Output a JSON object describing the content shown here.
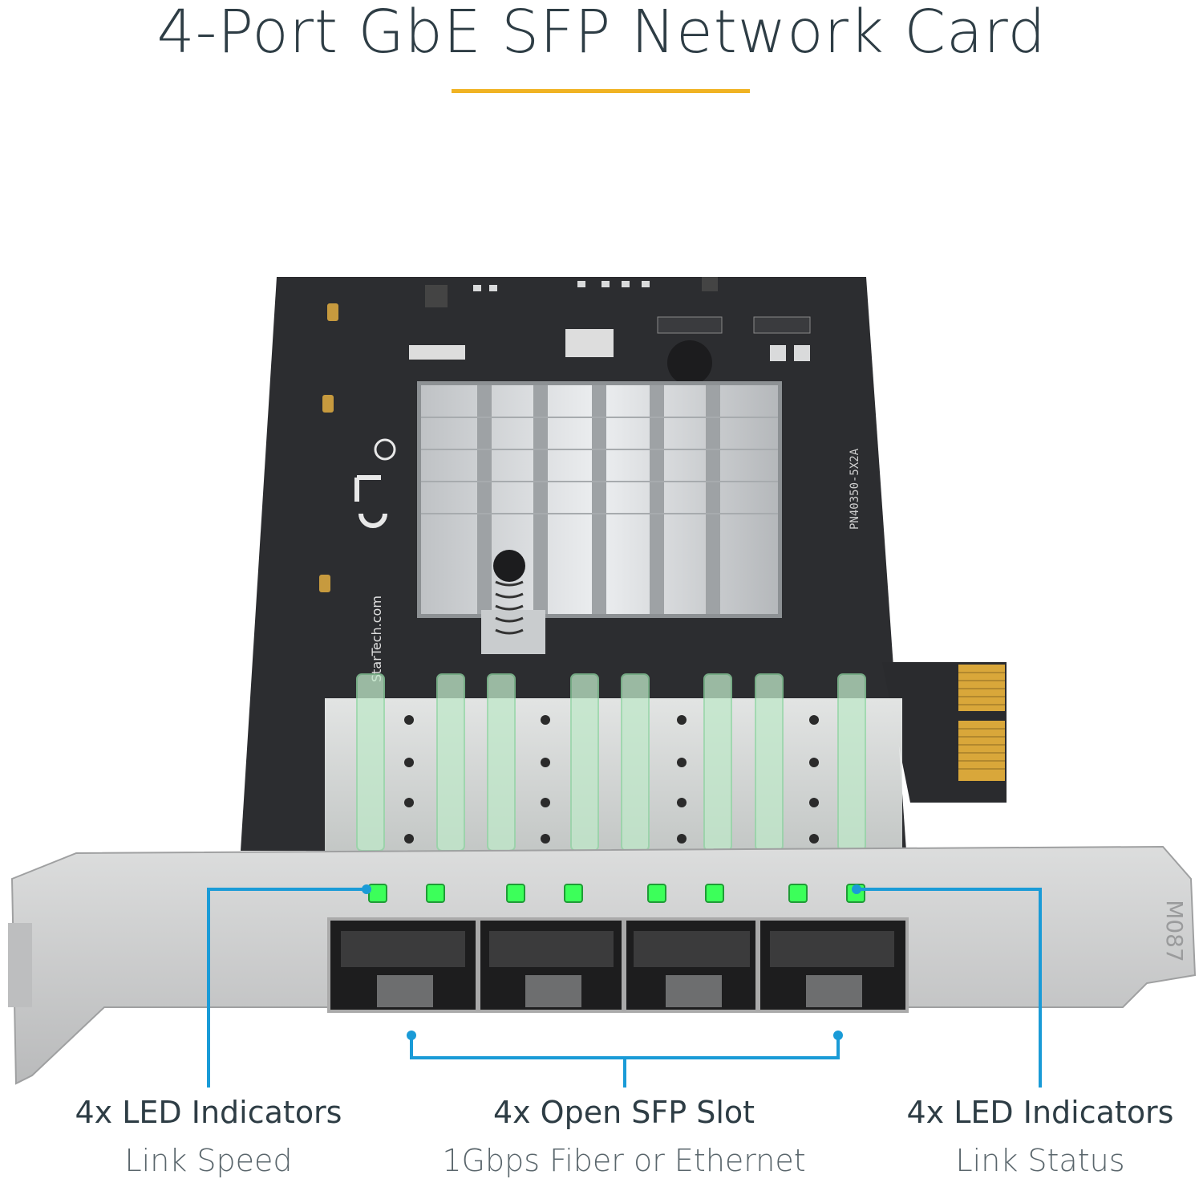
{
  "title": "4-Port GbE SFP Network Card",
  "colors": {
    "accent_rule": "#f0b323",
    "callout": "#1a9bd7",
    "led": "#3cff5a",
    "pcb": "#2c2d30",
    "bracket": "#c9cacb",
    "heatsink": "#d6d8da",
    "gold": "#d9a73a"
  },
  "board": {
    "model_text": "PN40350-5X2A",
    "brand_text": "StarTech.com",
    "bracket_text": "M087"
  },
  "callouts": {
    "left": {
      "main": "4x LED Indicators",
      "sub": "Link Speed"
    },
    "middle": {
      "main": "4x Open SFP Slot",
      "sub": "1Gbps Fiber or Ethernet"
    },
    "right": {
      "main": "4x LED Indicators",
      "sub": "Link Status"
    }
  }
}
